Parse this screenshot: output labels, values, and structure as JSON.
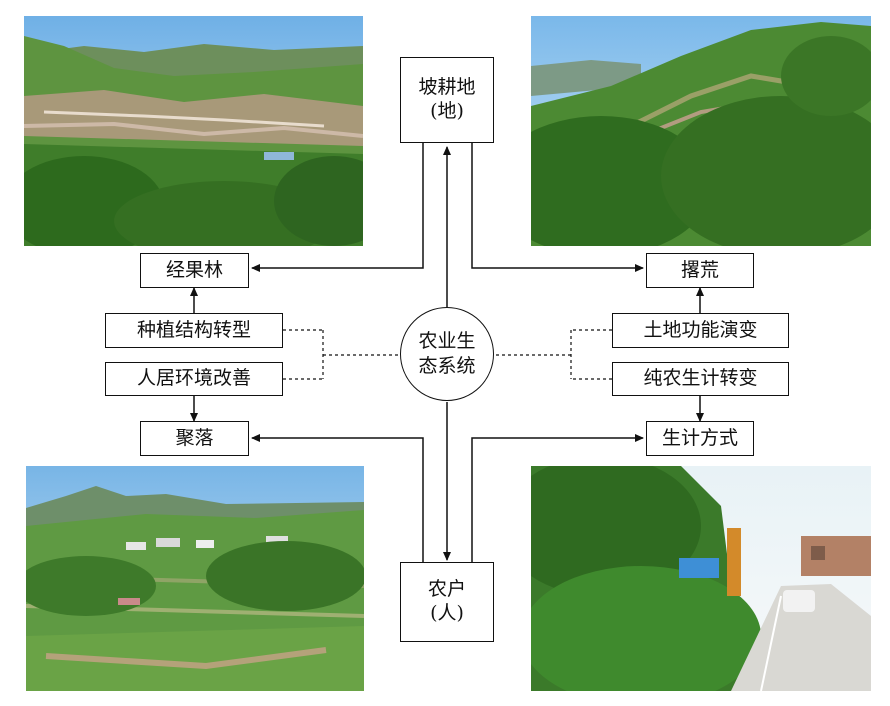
{
  "center": {
    "line1": "农业生",
    "line2": "态系统"
  },
  "top_node": {
    "line1": "坡耕地",
    "line2": "(地)"
  },
  "bottom_node": {
    "line1": "农户",
    "line2": "(人)"
  },
  "left_nodes": {
    "orchard": "经果林",
    "planting_transition": "种植结构转型",
    "living_improvement": "人居环境改善",
    "settlement": "聚落"
  },
  "right_nodes": {
    "abandonment": "撂荒",
    "land_function": "土地功能演变",
    "livelihood_transition": "纯农生计转变",
    "livelihood": "生计方式"
  },
  "colors": {
    "sky": "#8ec3ea",
    "forest_dark": "#2d5a1f",
    "forest_mid": "#4f8a35",
    "forest_light": "#7db24f",
    "terrace": "#b99a82",
    "road": "#d8d8d4",
    "line": "#111111"
  }
}
